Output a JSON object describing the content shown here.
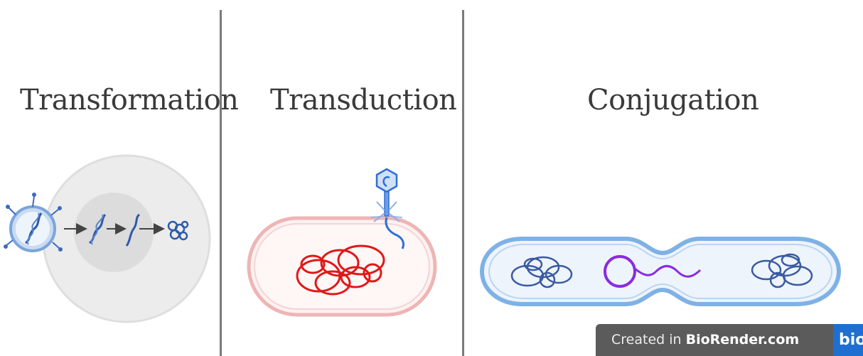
{
  "panels": {
    "transformation": {
      "title": "Transformation"
    },
    "transduction": {
      "title": "Transduction"
    },
    "conjugation": {
      "title": "Conjugation"
    }
  },
  "watermark": {
    "prefix": "Created in ",
    "brand": "BioRender.com",
    "logo_text": "bio"
  },
  "colors": {
    "cell_membrane_grey": "#dcdcdc",
    "nucleus_grey": "#cfcfcf",
    "dna_blue": "#2f5aa8",
    "phage_blue": "#2f6fd6",
    "bacterium_pink": "#f3c7c7",
    "chromosome_red": "#e01818",
    "conjugation_blue": "#7fb1e6",
    "plasmid_purple": "#8a2be2",
    "divider": "#7a7a7a"
  }
}
